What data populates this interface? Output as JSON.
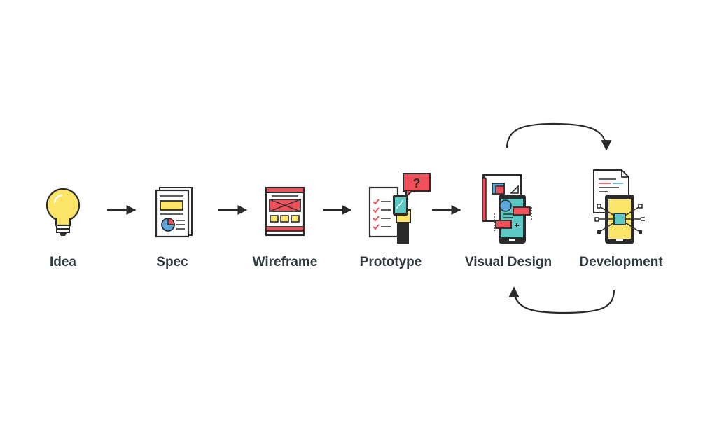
{
  "steps": [
    {
      "label": "Idea",
      "icon": "lightbulb-icon"
    },
    {
      "label": "Spec",
      "icon": "spec-document-icon"
    },
    {
      "label": "Wireframe",
      "icon": "wireframe-icon"
    },
    {
      "label": "Prototype",
      "icon": "prototype-phone-icon"
    },
    {
      "label": "Visual Design",
      "icon": "visual-design-icon"
    },
    {
      "label": "Development",
      "icon": "development-phone-icon"
    }
  ],
  "colors": {
    "outline": "#2b2b2b",
    "label": "#2d3a40",
    "yellow": "#fbe467",
    "red": "#f0505a",
    "teal": "#5bc8c4",
    "blue": "#5aa7dc",
    "paper": "#ffffff"
  }
}
